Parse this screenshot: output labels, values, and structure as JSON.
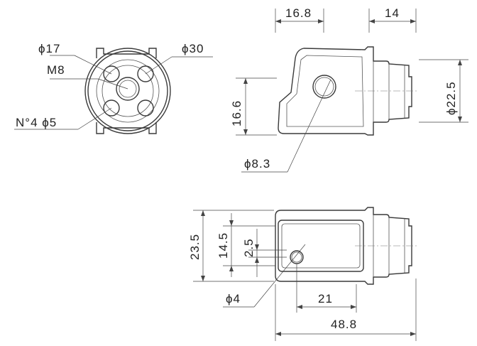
{
  "front_view": {
    "phi17": "ϕ17",
    "m8": "M8",
    "phi30": "ϕ30",
    "n4_phi5": "N°4  ϕ5"
  },
  "side_view": {
    "dim_16_8": "16.8",
    "dim_14": "14",
    "dim_16_6": "16.6",
    "dim_22_5": "ϕ22.5",
    "dim_phi8_3": "ϕ8.3"
  },
  "top_view": {
    "dim_23_5": "23.5",
    "dim_14_5": "14.5",
    "dim_2_5": "2.5",
    "dim_phi4": "ϕ4",
    "dim_21": "21",
    "dim_48_8": "48.8"
  }
}
